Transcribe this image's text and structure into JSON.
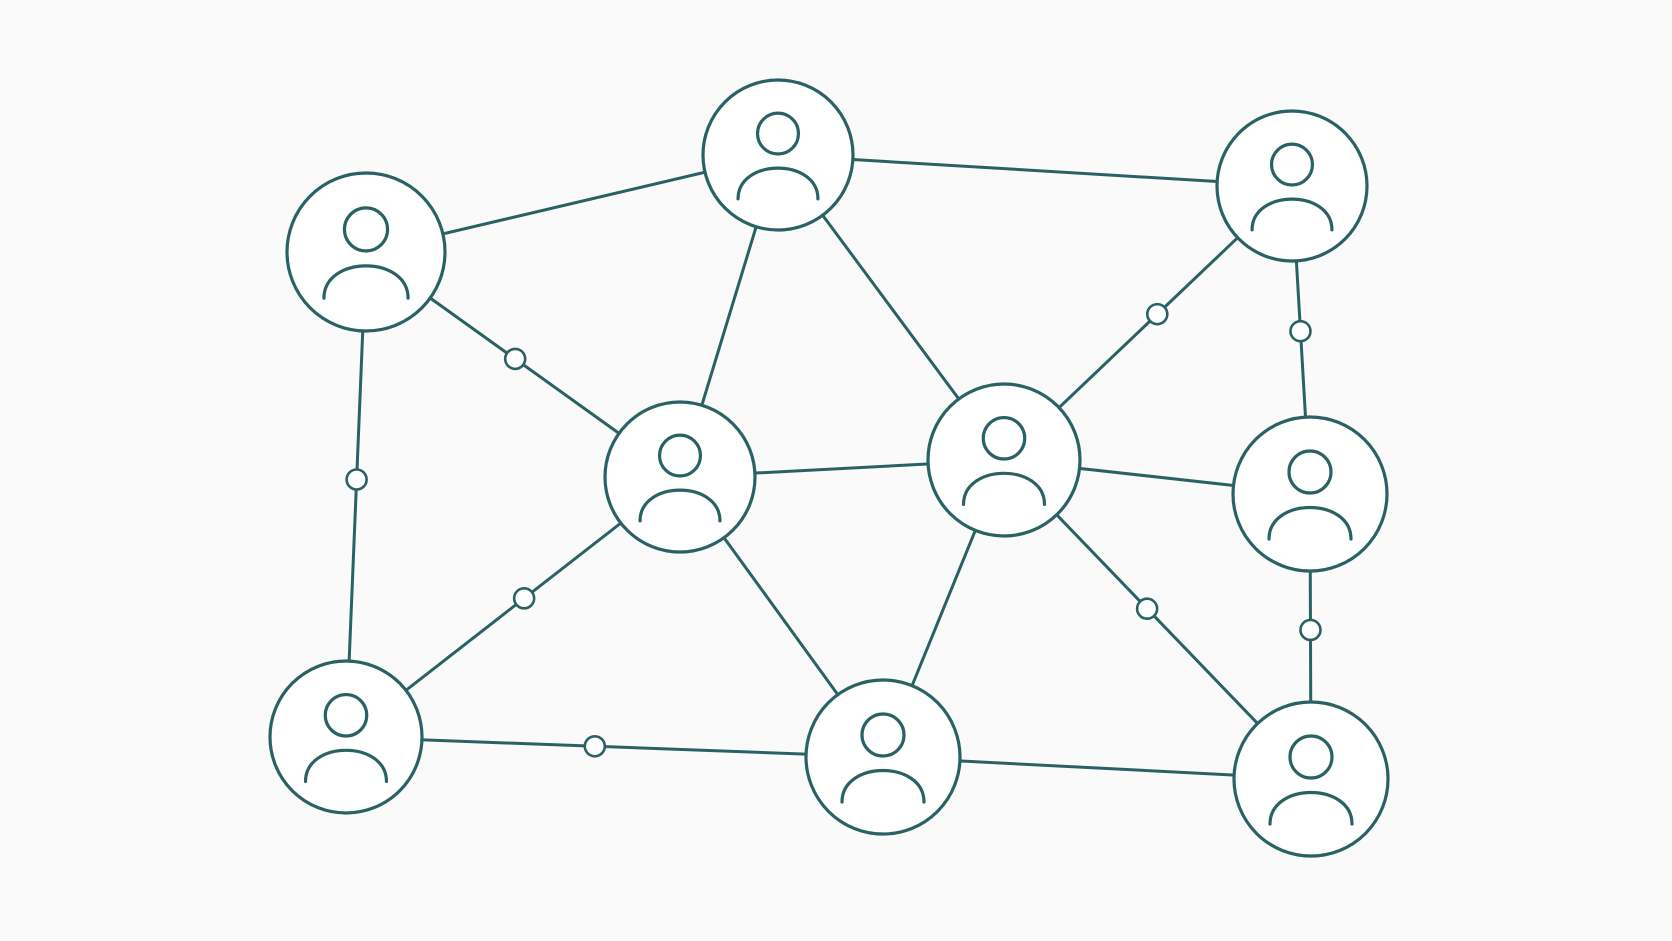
{
  "diagram": {
    "type": "network",
    "colors": {
      "stroke": "#2a6264",
      "background": "#fafafa",
      "node_fill": "#ffffff"
    },
    "node_icon": "user-icon",
    "nodes": [
      "n1",
      "n2",
      "n3",
      "n4",
      "n5",
      "n6",
      "n7",
      "n8",
      "n9",
      "n10"
    ],
    "edges": [
      {
        "from": "n1",
        "to": "n2",
        "has_connector_dot": false
      },
      {
        "from": "n2",
        "to": "n3",
        "has_connector_dot": false
      },
      {
        "from": "n1",
        "to": "n4",
        "has_connector_dot": true
      },
      {
        "from": "n1",
        "to": "n7",
        "has_connector_dot": true
      },
      {
        "from": "n2",
        "to": "n4",
        "has_connector_dot": false
      },
      {
        "from": "n2",
        "to": "n5",
        "has_connector_dot": false
      },
      {
        "from": "n3",
        "to": "n5",
        "has_connector_dot": true
      },
      {
        "from": "n3",
        "to": "n6",
        "has_connector_dot": true
      },
      {
        "from": "n4",
        "to": "n5",
        "has_connector_dot": false
      },
      {
        "from": "n4",
        "to": "n7",
        "has_connector_dot": true
      },
      {
        "from": "n4",
        "to": "n8",
        "has_connector_dot": false
      },
      {
        "from": "n5",
        "to": "n6",
        "has_connector_dot": false
      },
      {
        "from": "n5",
        "to": "n8",
        "has_connector_dot": false
      },
      {
        "from": "n5",
        "to": "n9",
        "has_connector_dot": true
      },
      {
        "from": "n6",
        "to": "n9",
        "has_connector_dot": true
      },
      {
        "from": "n7",
        "to": "n8",
        "has_connector_dot": true
      },
      {
        "from": "n8",
        "to": "n9",
        "has_connector_dot": false
      }
    ]
  }
}
